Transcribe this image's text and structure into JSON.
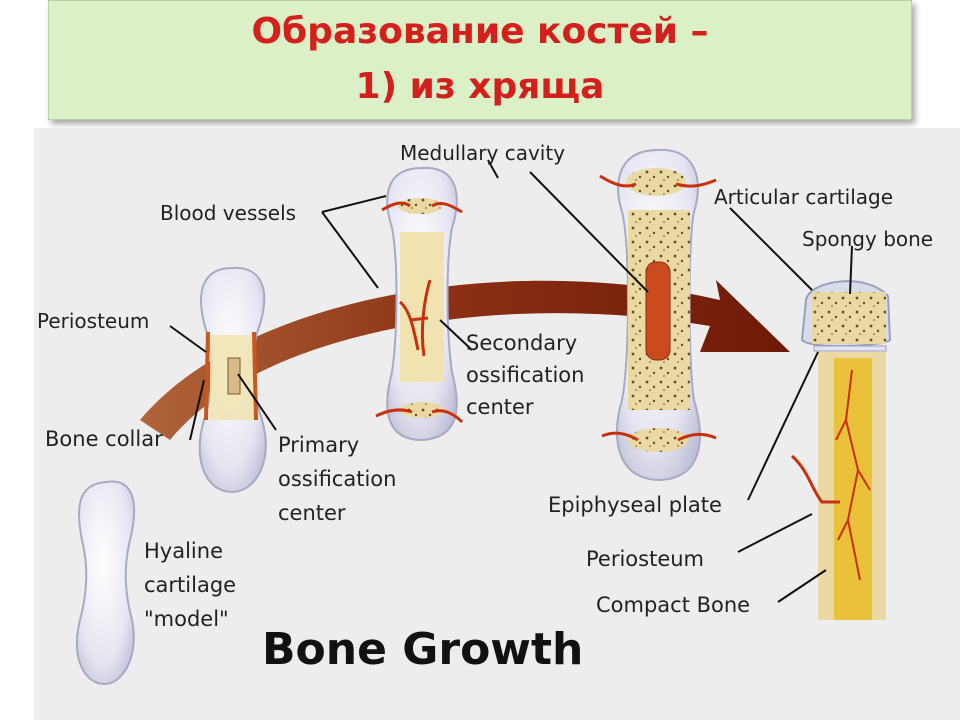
{
  "title": {
    "line1": "Образование  костей –",
    "line2": "1) из хряща"
  },
  "diagram": {
    "heading": "Bone Growth",
    "labels": {
      "medullary_cavity": "Medullary cavity",
      "blood_vessels": "Blood vessels",
      "articular_cartilage": "Articular cartilage",
      "spongy_bone": "Spongy bone",
      "periosteum_left": "Periosteum",
      "secondary_ossification": [
        "Secondary",
        "ossification",
        "center"
      ],
      "bone_collar": "Bone collar",
      "primary_ossification": [
        "Primary",
        "ossification",
        "center"
      ],
      "epiphyseal_plate": "Epiphyseal plate",
      "hyaline_cartilage": [
        "Hyaline",
        "cartilage",
        "\"model\""
      ],
      "periosteum_right": "Periosteum",
      "compact_bone": "Compact Bone"
    }
  }
}
